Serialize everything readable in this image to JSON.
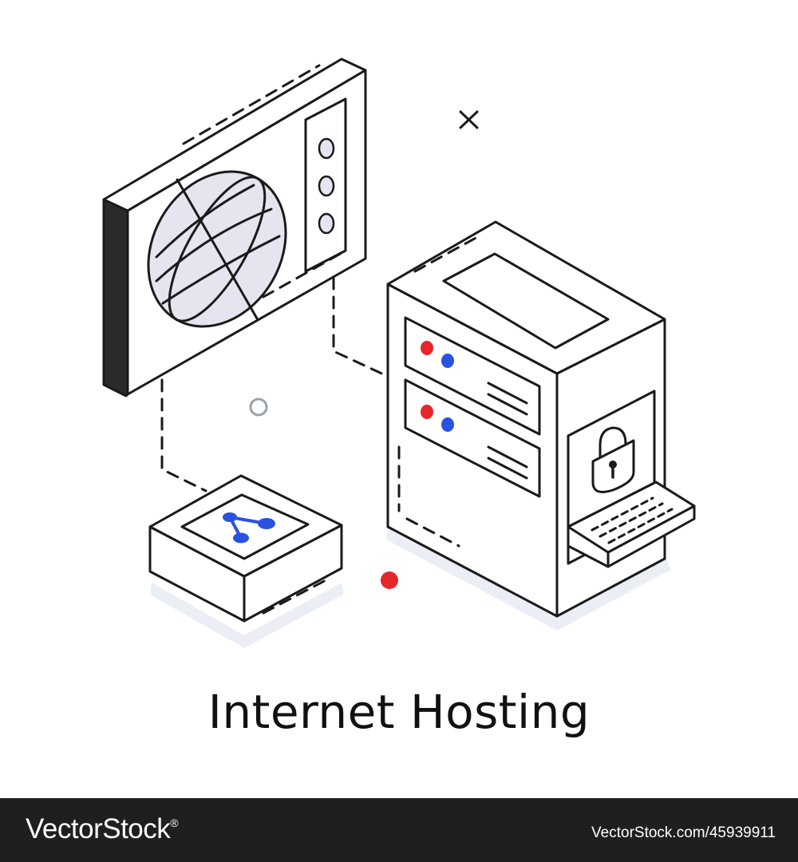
{
  "illustration": {
    "title": "Internet Hosting",
    "colors": {
      "stroke": "#1a1a1a",
      "fill": "#ffffff",
      "accent_fill": "#e4e5ee",
      "dark_side": "#2b2b2b",
      "red_dot": "#e5262b",
      "blue_dot": "#2a52e0",
      "shadow": "#eceef6"
    },
    "icons": [
      "globe-icon",
      "padlock-icon",
      "share-network-icon",
      "close-cross-icon",
      "ring-icon",
      "red-dot-icon"
    ]
  },
  "watermark": {
    "brand": "VectorStock",
    "registered_mark": "®",
    "image_id": "VectorStock.com/45939911",
    "bar_color": "#1f1f1f"
  }
}
